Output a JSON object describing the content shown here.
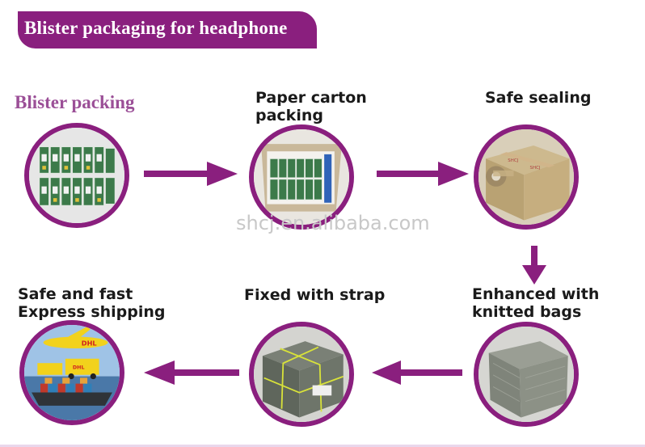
{
  "header": {
    "title": "Blister packaging for headphone"
  },
  "steps": [
    {
      "label": "Blister packing",
      "icon": "blister-pack-icon"
    },
    {
      "label_line1": "Paper carton",
      "label_line2": "packing",
      "icon": "carton-icon"
    },
    {
      "label": "Safe sealing",
      "icon": "sealed-box-icon"
    },
    {
      "label_line1": "Enhanced with",
      "label_line2": "knitted bags",
      "icon": "knitted-bag-icon"
    },
    {
      "label": "Fixed with strap",
      "icon": "strapped-box-icon"
    },
    {
      "label_line1": "Safe and fast",
      "label_line2": "Express shipping",
      "icon": "shipping-icon"
    }
  ],
  "watermark": "shcj.en.alibaba.com",
  "colors": {
    "accent": "#8a1f7e",
    "label_accent": "#9b4f97"
  }
}
